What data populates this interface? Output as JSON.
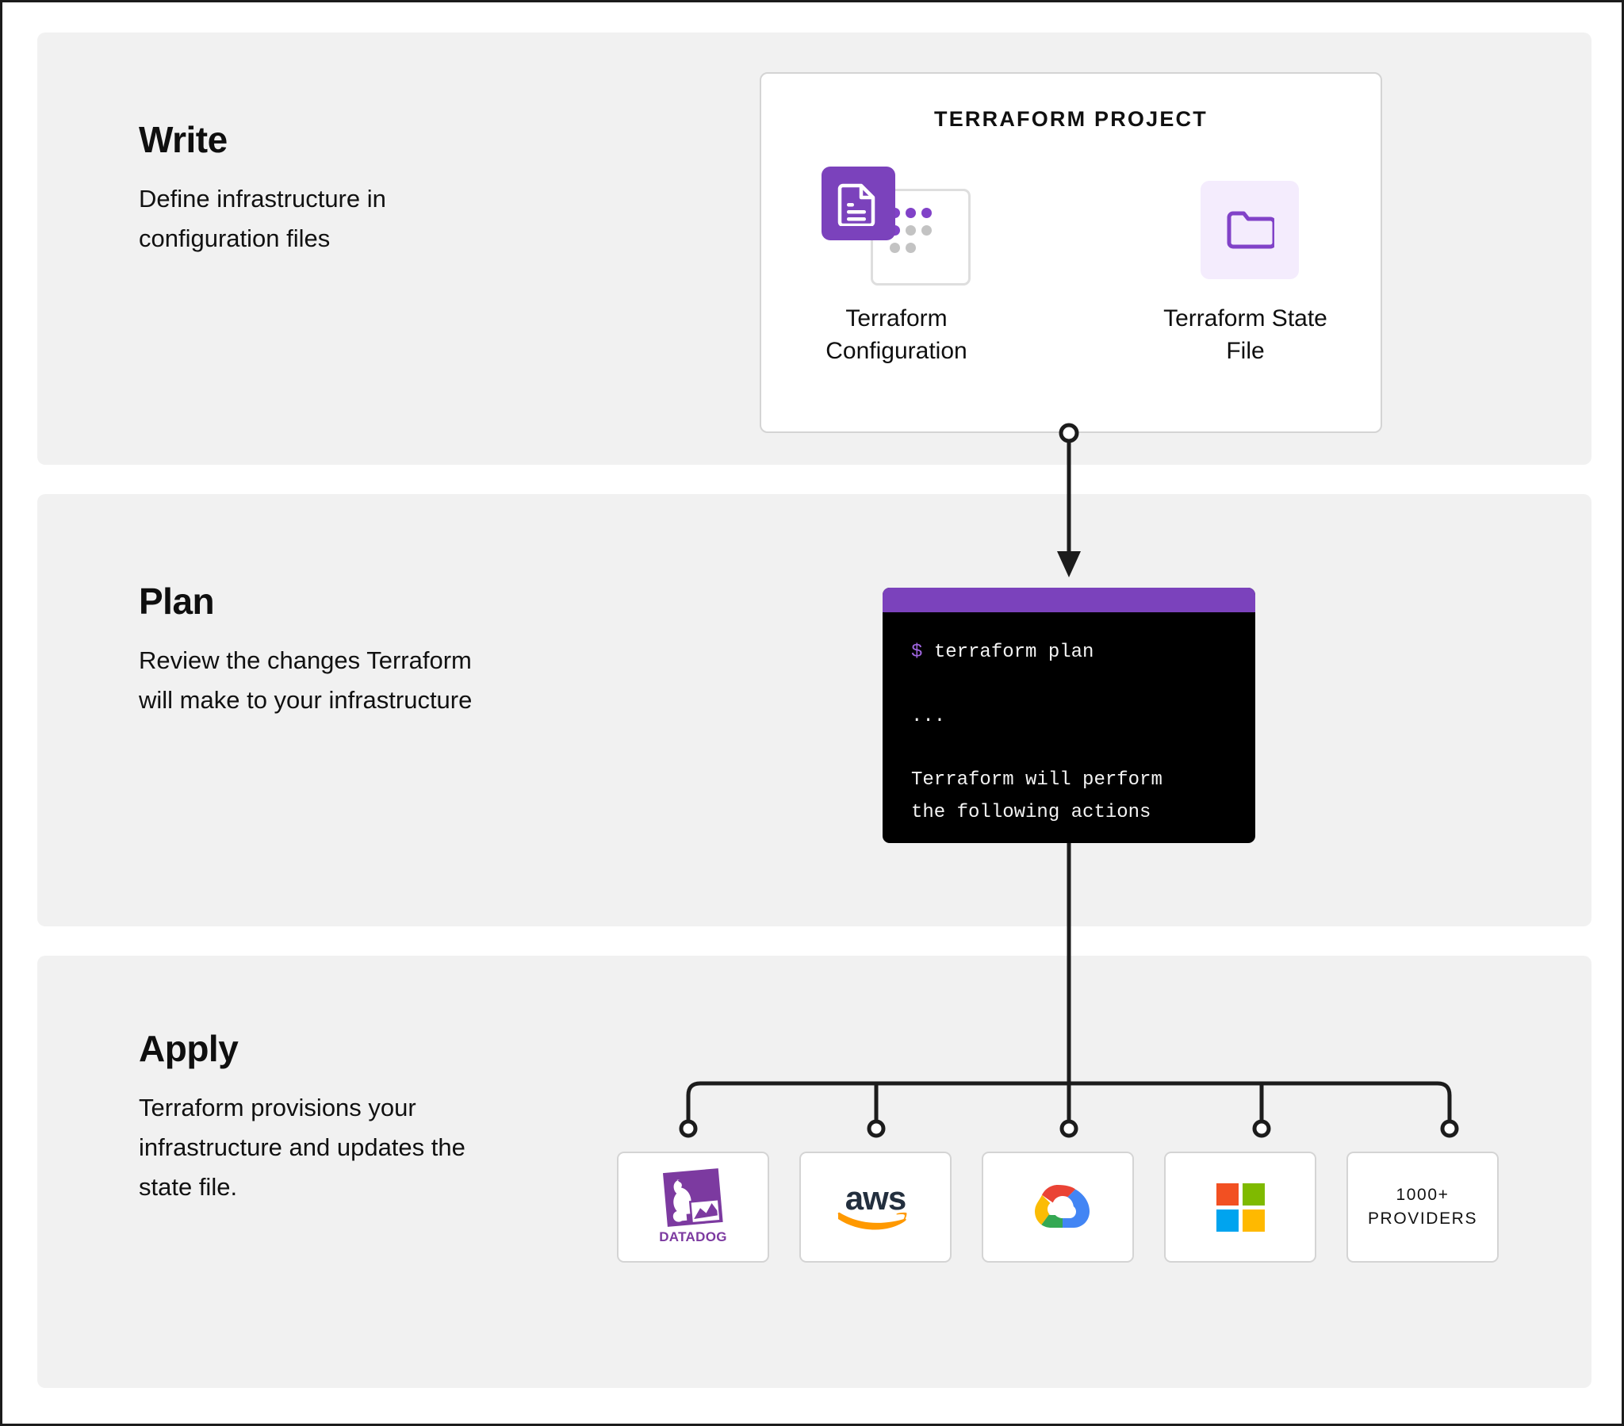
{
  "steps": [
    {
      "id": "write",
      "title": "Write",
      "description": "Define infrastructure in configuration files"
    },
    {
      "id": "plan",
      "title": "Plan",
      "description": "Review the changes Terraform will make to your infrastructure"
    },
    {
      "id": "apply",
      "title": "Apply",
      "description": "Terraform provisions your infrastructure and updates the state file."
    }
  ],
  "project_card": {
    "title": "TERRAFORM PROJECT",
    "items": [
      {
        "id": "terraform-configuration",
        "label": "Terraform Configuration",
        "icon": "document-icon"
      },
      {
        "id": "terraform-state-file",
        "label": "Terraform State File",
        "icon": "folder-icon"
      }
    ]
  },
  "terminal": {
    "prompt_symbol": "$",
    "command": "terraform plan",
    "ellipsis": "...",
    "output_line_1": "Terraform will perform",
    "output_line_2": "the following actions"
  },
  "providers": [
    {
      "id": "datadog",
      "name": "Datadog",
      "icon": "datadog-logo",
      "label": "DATADOG"
    },
    {
      "id": "aws",
      "name": "AWS",
      "icon": "aws-logo",
      "label": "aws"
    },
    {
      "id": "google-cloud",
      "name": "Google Cloud",
      "icon": "google-cloud-logo",
      "label": ""
    },
    {
      "id": "microsoft-azure",
      "name": "Microsoft",
      "icon": "microsoft-logo",
      "label": ""
    },
    {
      "id": "more-providers",
      "name": "More providers",
      "icon": "text-only",
      "label_line_1": "1000+",
      "label_line_2": "PROVIDERS"
    }
  ],
  "colors": {
    "brand_purple": "#7b42bc",
    "purple_light": "#f4ecfd",
    "panel_bg": "#f1f1f1",
    "card_border": "#d4d4d4",
    "terminal_bg": "#000000",
    "prompt_purple": "#a066e0",
    "connector": "#1c1c1c",
    "aws_orange": "#ff9900",
    "aws_dark": "#232f3e",
    "ms_red": "#f25022",
    "ms_green": "#7fba00",
    "ms_blue": "#00a4ef",
    "ms_yellow": "#ffb900",
    "gcp_red": "#ea4335",
    "gcp_blue": "#4285f4",
    "gcp_yellow": "#fbbc05",
    "gcp_green": "#34a853",
    "datadog_purple": "#7c3aa0"
  }
}
